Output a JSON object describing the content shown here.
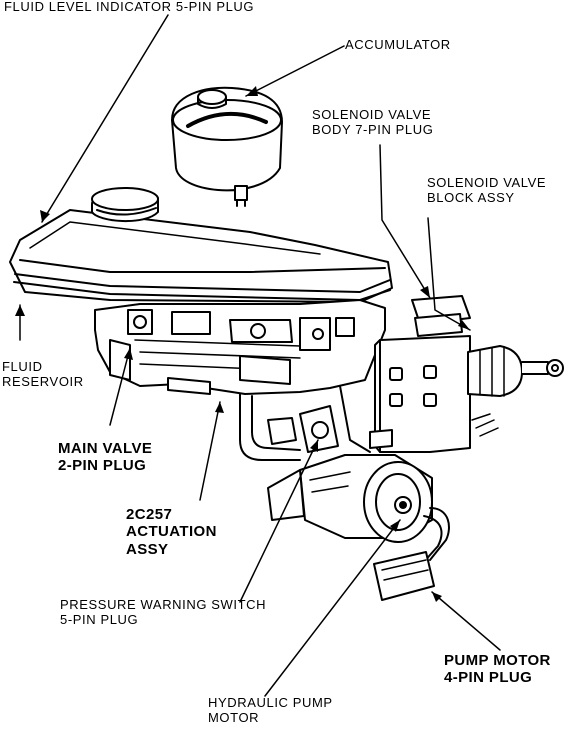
{
  "labels": {
    "fluid_level_indicator": "FLUID LEVEL INDICATOR 5-PIN PLUG",
    "accumulator": "ACCUMULATOR",
    "solenoid_valve_body_line1": "SOLENOID VALVE",
    "solenoid_valve_body_line2": "BODY 7-PIN PLUG",
    "solenoid_block_line1": "SOLENOID VALVE",
    "solenoid_block_line2": "BLOCK ASSY",
    "fluid_reservoir_line1": "FLUID",
    "fluid_reservoir_line2": "RESERVOIR",
    "main_valve_line1": "MAIN VALVE",
    "main_valve_line2": "2-PIN PLUG",
    "actuation_line1": "2C257",
    "actuation_line2": "ACTUATION",
    "actuation_line3": "ASSY",
    "pressure_switch_line1": "PRESSURE WARNING SWITCH",
    "pressure_switch_line2": "5-PIN PLUG",
    "pump_motor_plug_line1": "PUMP MOTOR",
    "pump_motor_plug_line2": "4-PIN PLUG",
    "hydraulic_pump_line1": "HYDRAULIC PUMP",
    "hydraulic_pump_line2": "MOTOR"
  },
  "colors": {
    "ink": "#000000",
    "paper": "#ffffff"
  }
}
